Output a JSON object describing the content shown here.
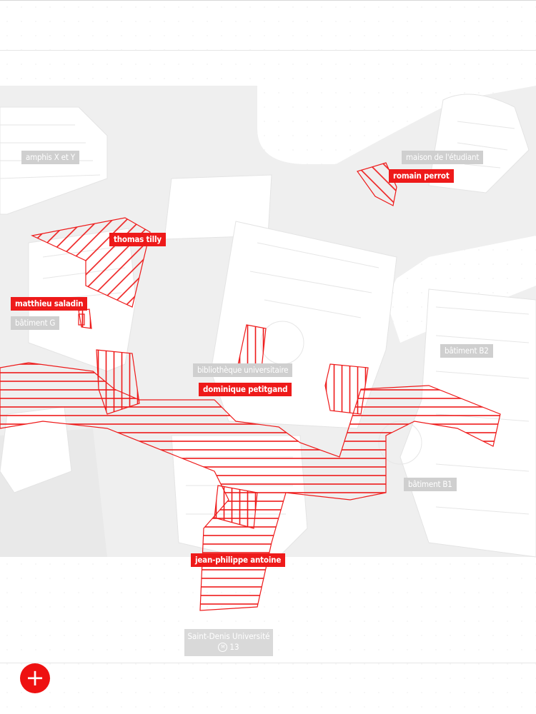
{
  "labels": {
    "amphis": "amphis X et Y",
    "maison": "maison de l'étudiant",
    "batiment_g": "bâtiment G",
    "batiment_b2": "bâtiment B2",
    "batiment_b1": "bâtiment B1",
    "bibliotheque": "bibliothèque universitaire"
  },
  "people": {
    "romain": "romain perrot",
    "thomas": "thomas tilly",
    "matthieu": "matthieu saladin",
    "dominique": "dominique petitgand",
    "jean_philippe": "jean-philippe antoine"
  },
  "metro": {
    "station": "Saint-Denis Université",
    "line_icon": "metro-icon",
    "line": "13"
  },
  "add_button": {
    "icon": "plus-icon",
    "glyph": "+"
  },
  "colors": {
    "accent": "#ee1a1a",
    "building": "#efefef",
    "label_grey": "#cfcfcf"
  }
}
